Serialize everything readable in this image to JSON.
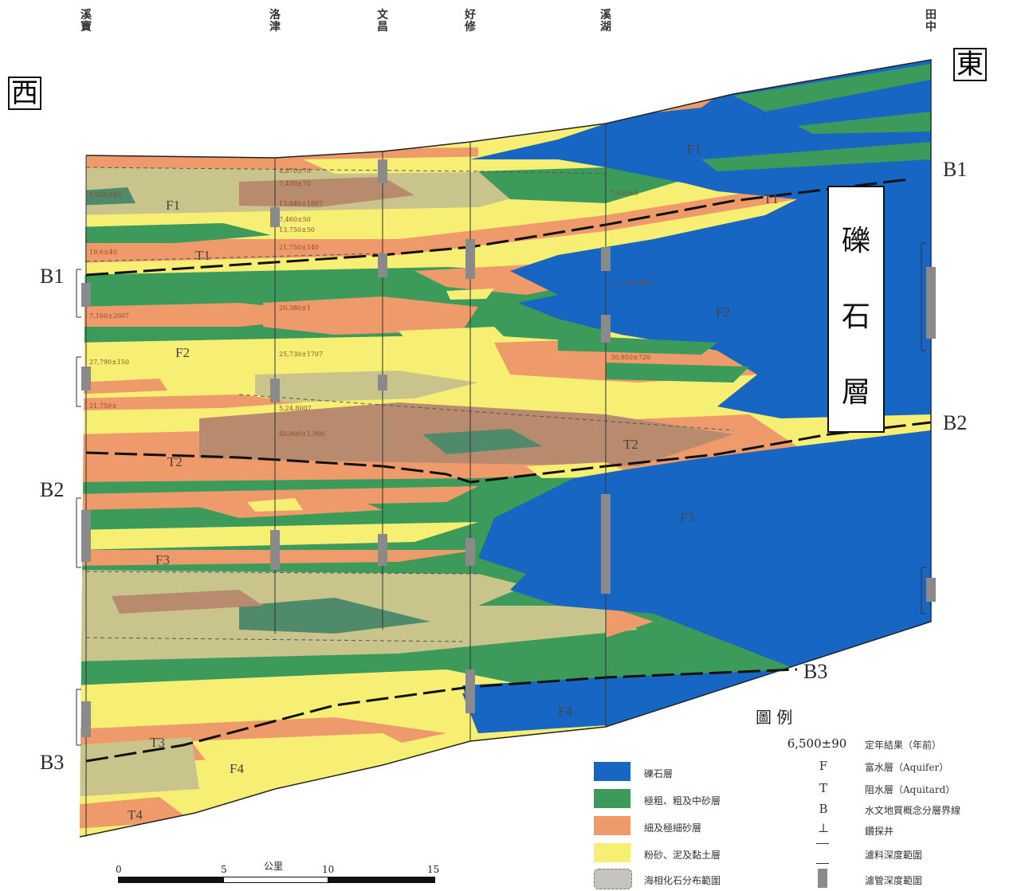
{
  "wells": [
    "溪寶",
    "洛津",
    "文昌",
    "好修",
    "溪湖",
    "田中"
  ],
  "direction": {
    "west": "西",
    "east": "東"
  },
  "boundaries_left": [
    "B1",
    "B2",
    "B3"
  ],
  "boundaries_right": [
    "B1",
    "B2",
    "B3"
  ],
  "gravel_callout": [
    "礫",
    "石",
    "層"
  ],
  "units": {
    "f1_left": "F1",
    "f1_right": "F1",
    "f2_left": "F2",
    "f2_right": "F2",
    "f3_left": "F3",
    "f3_right": "F3",
    "f4_left": "F4",
    "f4_right": "F4",
    "t1_left": "T1",
    "t1_right": "T1",
    "t2_left": "T2",
    "t2_right": "T2",
    "t3": "T3",
    "t4": "T4"
  },
  "ages": [
    "4,870±70",
    "7,450±70",
    "13,840±1807",
    "7,460±50",
    "13,750±50",
    "21,750±140",
    "7,160±2007",
    "27,790±150",
    "20,380±1",
    "25,730±1707",
    "5,24,8007",
    "40,000±1,900",
    "7,620±5",
    "21,190±340",
    "30,950±720",
    "1,320±40",
    "19,6±40",
    "21,750±"
  ],
  "legend": {
    "title": "圖 例",
    "items": [
      {
        "label": "礫石層",
        "color": "#1766c4"
      },
      {
        "label": "極粗、粗及中砂層",
        "color": "#3c9a5a"
      },
      {
        "label": "細及極細砂層",
        "color": "#ef9a6a"
      },
      {
        "label": "粉砂、泥及黏土層",
        "color": "#f6ef74"
      },
      {
        "label": "海相化石分布範圍",
        "color": "#c4c3c0"
      }
    ],
    "symbols": [
      {
        "symbol": "6,500±90",
        "label": "定年結果（年前）"
      },
      {
        "symbol": "F",
        "label": "富水層（Aquifer）"
      },
      {
        "symbol": "T",
        "label": "阻水層（Aquitard）"
      },
      {
        "symbol": "B",
        "label": "水文地質概念分層界線"
      },
      {
        "symbol": "⊥",
        "label": "鑽探井"
      },
      {
        "symbol": "",
        "label": "濾料深度範圍"
      },
      {
        "symbol": "",
        "label": "濾管深度範圍"
      }
    ]
  },
  "scale": {
    "unit": "公里",
    "ticks": [
      "0",
      "5",
      "10",
      "15"
    ]
  },
  "colors": {
    "gravel": "#1766c4",
    "coarse": "#3c9a5a",
    "fine": "#ef9a6a",
    "silt": "#f6ef74",
    "marine_tan": "#c8c48c",
    "marine_brown": "#b88a6e",
    "marine_teal": "#4f8a6a"
  }
}
